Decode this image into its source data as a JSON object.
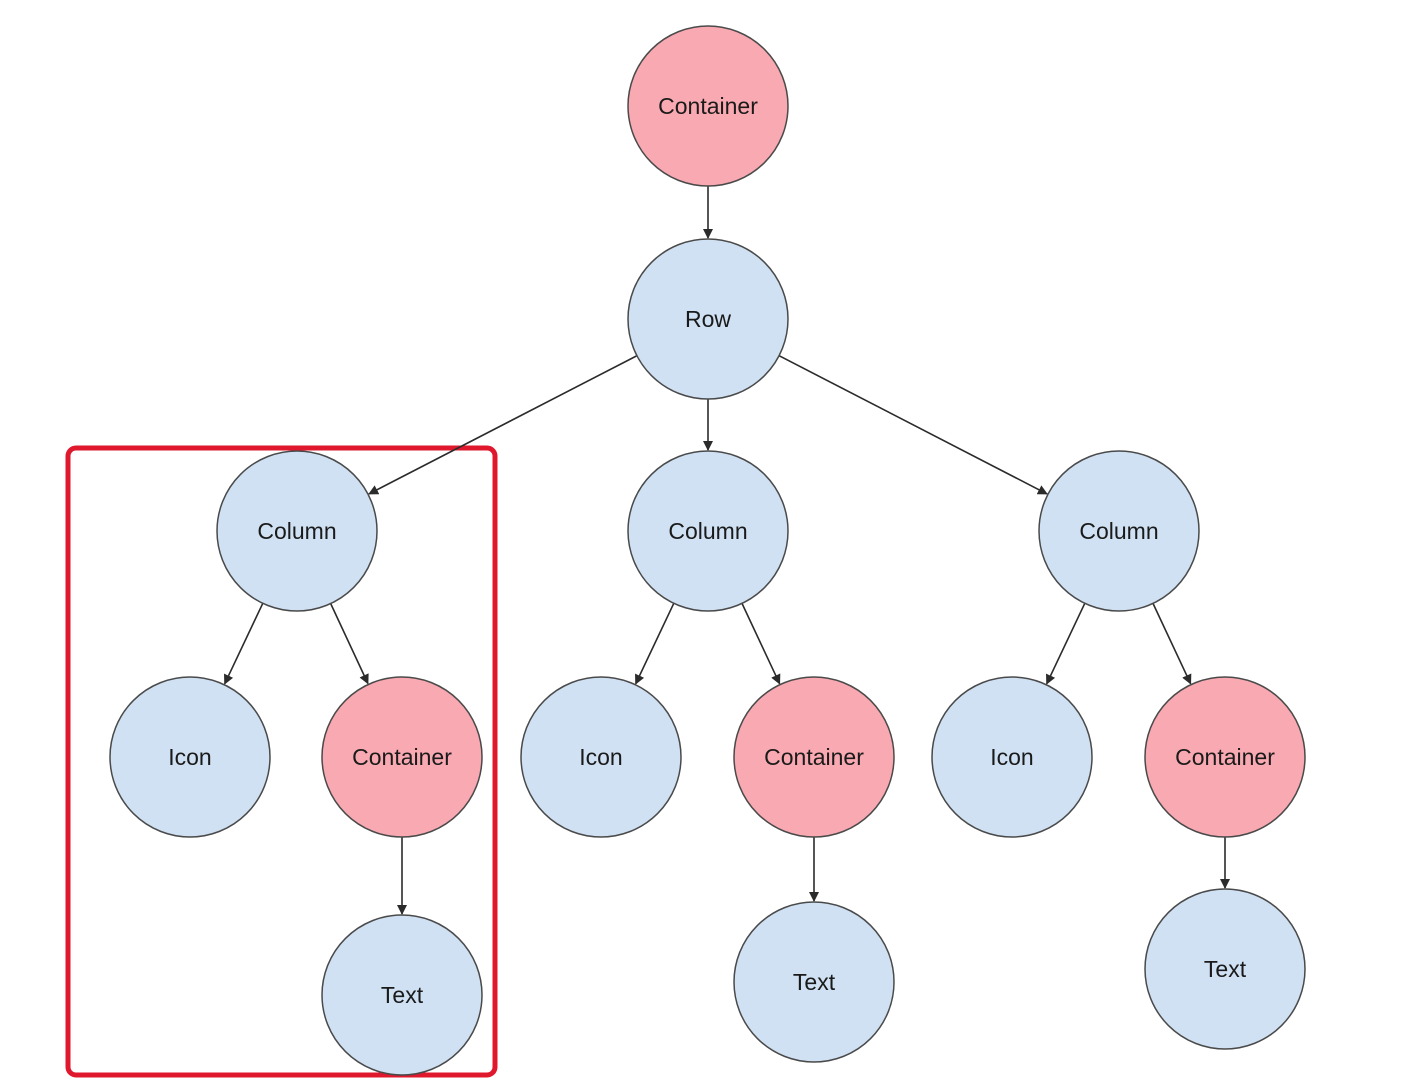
{
  "colors": {
    "layout_widget": "#cfe1f3",
    "render_widget": "#f9a9b1",
    "highlight": "#e0182d",
    "edge": "#2b2b2b"
  },
  "nodes": [
    {
      "id": "root-container",
      "label": "Container",
      "kind": "render_widget"
    },
    {
      "id": "row",
      "label": "Row",
      "kind": "layout_widget"
    },
    {
      "id": "column-1",
      "label": "Column",
      "kind": "layout_widget"
    },
    {
      "id": "column-2",
      "label": "Column",
      "kind": "layout_widget"
    },
    {
      "id": "column-3",
      "label": "Column",
      "kind": "layout_widget"
    },
    {
      "id": "icon-1",
      "label": "Icon",
      "kind": "layout_widget"
    },
    {
      "id": "container-1",
      "label": "Container",
      "kind": "render_widget"
    },
    {
      "id": "text-1",
      "label": "Text",
      "kind": "layout_widget"
    },
    {
      "id": "icon-2",
      "label": "Icon",
      "kind": "layout_widget"
    },
    {
      "id": "container-2",
      "label": "Container",
      "kind": "render_widget"
    },
    {
      "id": "text-2",
      "label": "Text",
      "kind": "layout_widget"
    },
    {
      "id": "icon-3",
      "label": "Icon",
      "kind": "layout_widget"
    },
    {
      "id": "container-3",
      "label": "Container",
      "kind": "render_widget"
    },
    {
      "id": "text-3",
      "label": "Text",
      "kind": "layout_widget"
    }
  ],
  "edges": [
    {
      "from": "root-container",
      "to": "row"
    },
    {
      "from": "row",
      "to": "column-1"
    },
    {
      "from": "row",
      "to": "column-2"
    },
    {
      "from": "row",
      "to": "column-3"
    },
    {
      "from": "column-1",
      "to": "icon-1"
    },
    {
      "from": "column-1",
      "to": "container-1"
    },
    {
      "from": "container-1",
      "to": "text-1"
    },
    {
      "from": "column-2",
      "to": "icon-2"
    },
    {
      "from": "column-2",
      "to": "container-2"
    },
    {
      "from": "container-2",
      "to": "text-2"
    },
    {
      "from": "column-3",
      "to": "icon-3"
    },
    {
      "from": "column-3",
      "to": "container-3"
    },
    {
      "from": "container-3",
      "to": "text-3"
    }
  ],
  "highlight": {
    "id": "column-1-subtree",
    "nodes": [
      "column-1",
      "icon-1",
      "container-1",
      "text-1"
    ]
  }
}
